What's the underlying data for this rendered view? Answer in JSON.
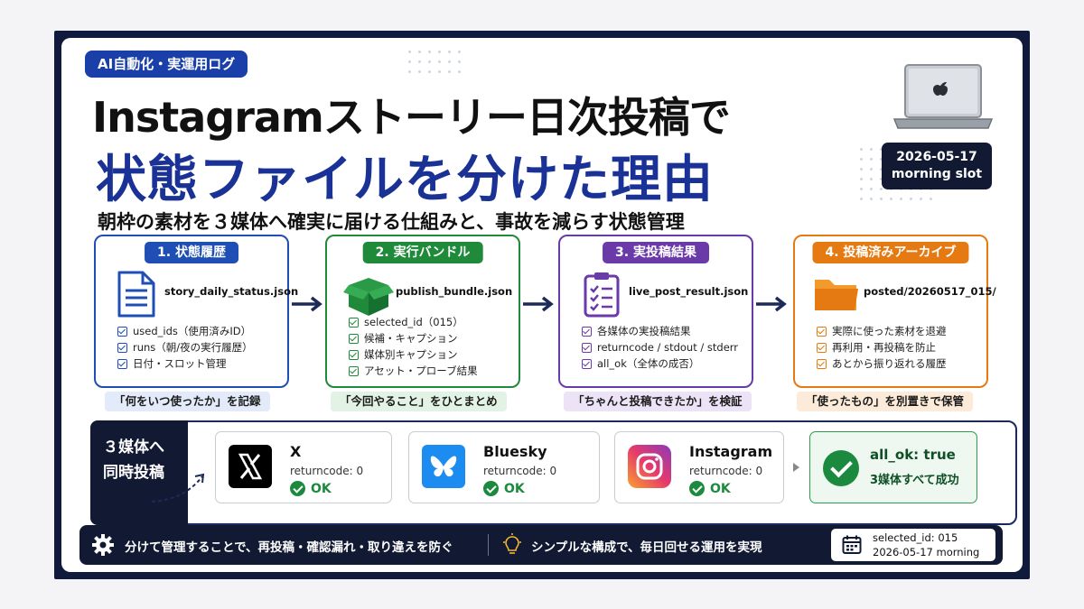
{
  "badge": "AI自動化・実運用ログ",
  "title_line1": "Instagramストーリー日次投稿で",
  "title_line2": "状態ファイルを分けた理由",
  "subtitle": "朝枠の素材を３媒体へ確実に届ける仕組みと、事故を減らす状態管理",
  "date_box": {
    "date": "2026-05-17",
    "slot": "morning slot"
  },
  "steps": [
    {
      "header": "1. 状態履歴",
      "file": "story_daily_status.json",
      "items": [
        "used_ids（使用済みID）",
        "runs（朝/夜の実行履歴）",
        "日付・スロット管理"
      ],
      "caption": "「何をいつ使ったか」を記録",
      "color": "#1f4fb5",
      "icon": "document-icon"
    },
    {
      "header": "2. 実行バンドル",
      "file": "publish_bundle.json",
      "items": [
        "selected_id（015）",
        "候補・キャプション",
        "媒体別キャプション",
        "アセット・プローブ結果"
      ],
      "caption": "「今回やること」をひとまとめ",
      "color": "#1f8a3a",
      "icon": "box-icon"
    },
    {
      "header": "3. 実投稿結果",
      "file": "live_post_result.json",
      "items": [
        "各媒体の実投稿結果",
        "returncode / stdout / stderr",
        "all_ok（全体の成否）"
      ],
      "caption": "「ちゃんと投稿できたか」を検証",
      "color": "#6a3aa8",
      "icon": "clipboard-icon"
    },
    {
      "header": "4. 投稿済みアーカイブ",
      "file": "posted/20260517_015/",
      "items": [
        "実際に使った素材を退避",
        "再利用・再投稿を防止",
        "あとから振り返れる履歴"
      ],
      "caption": "「使ったもの」を別置きで保管",
      "color": "#e67a12",
      "icon": "folder-icon"
    }
  ],
  "media_section": {
    "label_line1": "３媒体へ",
    "label_line2": "同時投稿",
    "platforms": [
      {
        "name": "X",
        "returncode": "returncode: 0",
        "status": "OK",
        "icon": "x-logo-icon"
      },
      {
        "name": "Bluesky",
        "returncode": "returncode: 0",
        "status": "OK",
        "icon": "bluesky-logo-icon"
      },
      {
        "name": "Instagram",
        "returncode": "returncode: 0",
        "status": "OK",
        "icon": "instagram-logo-icon"
      }
    ],
    "result": {
      "line1": "all_ok: true",
      "line2": "3媒体すべて成功"
    }
  },
  "footer": {
    "left": "分けて管理することで、再投稿・確認漏れ・取り違えを防ぐ",
    "right": "シンプルな構成で、毎日回せる運用を実現",
    "selected_line1": "selected_id: 015",
    "selected_line2": "2026-05-17 morning"
  },
  "colors": {
    "navy": "#121a33",
    "title_blue": "#1a3196",
    "ok_green": "#1b8a3e"
  }
}
